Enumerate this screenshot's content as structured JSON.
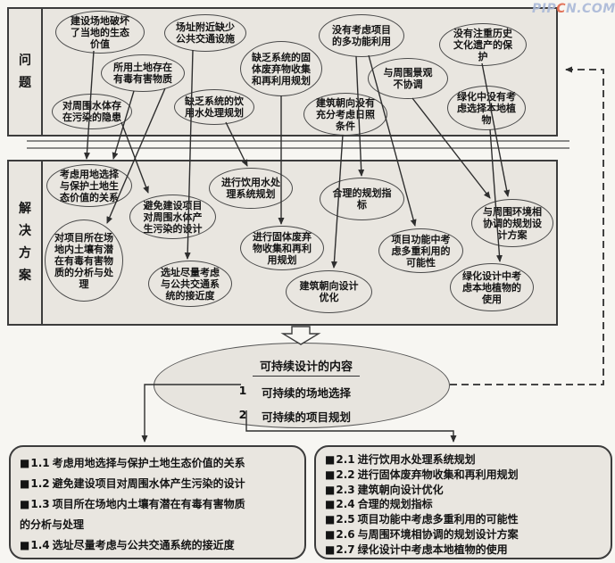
{
  "watermark": {
    "part1": "PIP",
    "accent": "C",
    "part2": "N.COM"
  },
  "bullet": "■",
  "problem_section": {
    "label": "问题",
    "ellipses": [
      {
        "text": "建设场地破坏\n了当地的生态\n价值"
      },
      {
        "text": "场址附近缺少\n公共交通设施"
      },
      {
        "text": "所用土地存在\n有毒有害物质"
      },
      {
        "text": "对周围水体存\n在污染的隐患"
      },
      {
        "text": "缺乏系统的饮\n用水处理规划"
      },
      {
        "text": "缺乏系统的固\n体废弃物收集\n和再利用规划"
      },
      {
        "text": "没有考虑项目\n的多功能利用"
      },
      {
        "text": "没有注重历史\n文化遗产的保\n护"
      },
      {
        "text": "与周围景观\n不协调"
      },
      {
        "text": "建筑朝向没有\n充分考虑日照\n条件"
      },
      {
        "text": "绿化中没有考\n虑选择本地植\n物"
      }
    ]
  },
  "solution_section": {
    "label": "解决方案",
    "ellipses": [
      {
        "text": "考虑用地选择\n与保护土地生\n态价值的关系"
      },
      {
        "text": "避免建设项目\n对周围水体产\n生污染的设计"
      },
      {
        "text": "对项目所在场\n地内土壤有潜\n在有毒有害物\n质的分析与处\n理"
      },
      {
        "text": "选址尽量考虑\n与公共交通系\n统的接近度"
      },
      {
        "text": "进行饮用水处\n理系统规划"
      },
      {
        "text": "进行固体废弃\n物收集和再利\n用规划"
      },
      {
        "text": "建筑朝向设计\n优化"
      },
      {
        "text": "合理的规划指\n标"
      },
      {
        "text": "项目功能中考\n虑多重利用的\n可能性"
      },
      {
        "text": "与周围环境相\n协调的规划设\n计方案"
      },
      {
        "text": "绿化设计中考\n虑本地植物的\n使用"
      }
    ]
  },
  "center_ellipse": {
    "title": "可持续设计的内容",
    "items": [
      {
        "num": "1",
        "text": "可持续的场地选择"
      },
      {
        "num": "2",
        "text": "可持续的项目规划"
      }
    ]
  },
  "summary_left": {
    "items": [
      {
        "num": "1.1",
        "text": "考虑用地选择与保护土地生态价值的关系"
      },
      {
        "num": "1.2",
        "text": "避免建设项目对周围水体产生污染的设计"
      },
      {
        "num": "1.3",
        "text": "项目所在场地内土壤有潜在有毒有害物质\n的分析与处理"
      },
      {
        "num": "1.4",
        "text": "选址尽量考虑与公共交通系统的接近度"
      }
    ]
  },
  "summary_right": {
    "items": [
      {
        "num": "2.1",
        "text": "进行饮用水处理系统规划"
      },
      {
        "num": "2.2",
        "text": "进行固体废弃物收集和再利用规划"
      },
      {
        "num": "2.3",
        "text": "建筑朝向设计优化"
      },
      {
        "num": "2.4",
        "text": "合理的规划指标"
      },
      {
        "num": "2.5",
        "text": "项目功能中考虑多重利用的可能性"
      },
      {
        "num": "2.6",
        "text": "与周围环境相协调的规划设计方案"
      },
      {
        "num": "2.7",
        "text": "绿化设计中考虑本地植物的使用"
      }
    ]
  },
  "colors": {
    "box_fill": "#e9e6e0",
    "box_border": "#3c3c3c",
    "line": "#2e2e2e",
    "watermark_blue": "#aab9d8",
    "watermark_accent": "#e0654a"
  }
}
